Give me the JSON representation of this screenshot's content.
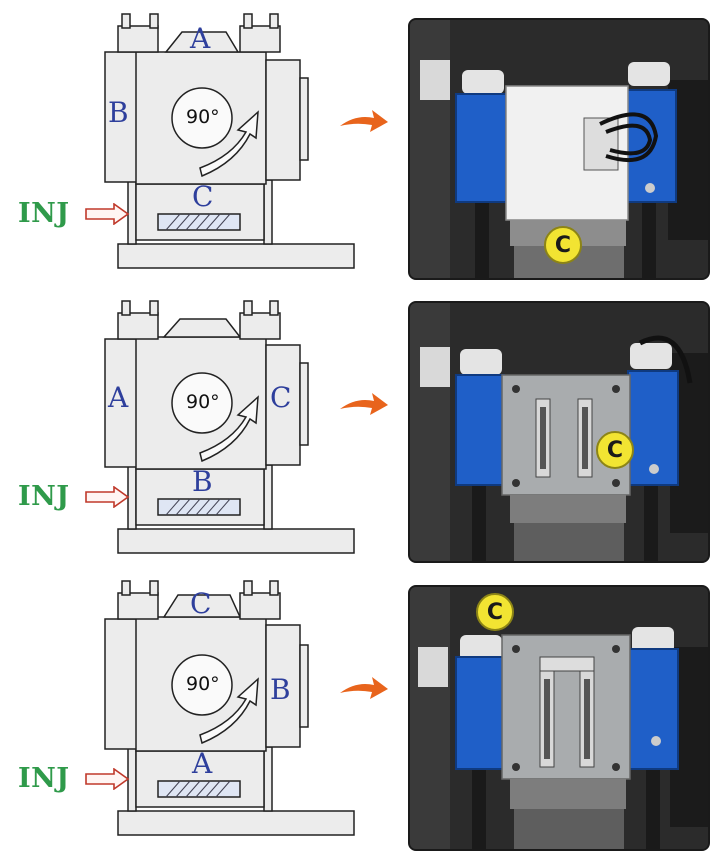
{
  "inj_label": "INJ",
  "rotation_label": "90°",
  "rows": [
    {
      "top": "A",
      "left": "B",
      "right": "",
      "bottom": "C",
      "badge": "C",
      "photo_state": "mold-closed"
    },
    {
      "top": "",
      "left": "A",
      "right": "C",
      "bottom": "B",
      "badge": "C",
      "photo_state": "rotated-side"
    },
    {
      "top": "C",
      "left": "",
      "right": "B",
      "bottom": "A",
      "badge": "C",
      "photo_state": "rotated-top"
    }
  ],
  "colors": {
    "face_label": "#2e3f9c",
    "inj_text": "#2f9a4a",
    "inj_arrow": "#c0392b",
    "column_blue": "#1f5fc8",
    "badge": "#f2e432",
    "transition_arrow": "#e8641c"
  },
  "icons": [
    "rotation-arrow-icon",
    "transition-arrow-icon",
    "injection-arrow-icon"
  ]
}
